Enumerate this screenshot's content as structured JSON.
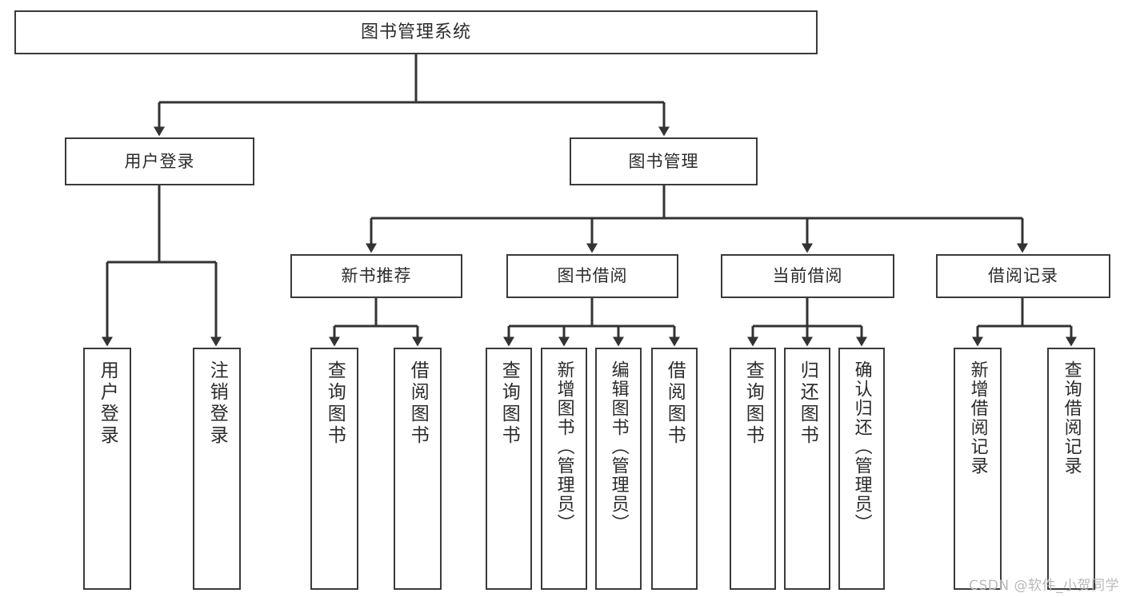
{
  "diagram": {
    "type": "tree-hierarchy",
    "title": "图书管理系统",
    "root": {
      "label": "图书管理系统"
    },
    "level2": [
      {
        "label": "用户登录"
      },
      {
        "label": "图书管理"
      }
    ],
    "level3": [
      {
        "label": "新书推荐"
      },
      {
        "label": "图书借阅"
      },
      {
        "label": "当前借阅"
      },
      {
        "label": "借阅记录"
      }
    ],
    "leaves": [
      {
        "label": "用户登录"
      },
      {
        "label": "注销登录"
      },
      {
        "label": "查询图书"
      },
      {
        "label": "借阅图书"
      },
      {
        "label": "查询图书"
      },
      {
        "label": "新增图书（管理员）"
      },
      {
        "label": "编辑图书（管理员）"
      },
      {
        "label": "借阅图书"
      },
      {
        "label": "查询图书"
      },
      {
        "label": "归还图书"
      },
      {
        "label": "确认归还（管理员）"
      },
      {
        "label": "新增借阅记录"
      },
      {
        "label": "查询借阅记录"
      }
    ]
  },
  "watermark": {
    "text": "CSDN @软件_小贺同学"
  },
  "colors": {
    "box_border": "#3a3a3a",
    "box_fill": "#ffffff",
    "text": "#2b2b2b",
    "connector": "#333333",
    "watermark": "#b9b9b9",
    "background": "#ffffff"
  }
}
